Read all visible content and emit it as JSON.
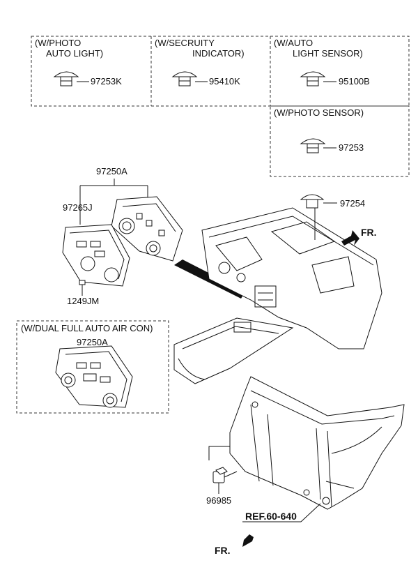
{
  "callouts": {
    "photo_auto_light": {
      "line1": "(W/PHOTO",
      "line2": "AUTO LIGHT)",
      "part": "97253K"
    },
    "security_indicator": {
      "line1": "(W/SECRUITY",
      "line2": "INDICATOR)",
      "part": "95410K"
    },
    "auto_light_sensor": {
      "line1": "(W/AUTO",
      "line2": "LIGHT SENSOR)",
      "part": "95100B"
    },
    "photo_sensor": {
      "line1": "(W/PHOTO SENSOR)",
      "part": "97253"
    },
    "dual_full_auto": {
      "line1": "(W/DUAL FULL AUTO AIR CON)",
      "part": "97250A"
    }
  },
  "parts": {
    "heater_assembly": "97250A",
    "control_panel": "97265J",
    "screw": "1249JM",
    "dash_sensor": "97254",
    "lower_sensor": "96985"
  },
  "reference": "REF.60-640",
  "direction_top": "FR.",
  "direction_bottom": "FR."
}
